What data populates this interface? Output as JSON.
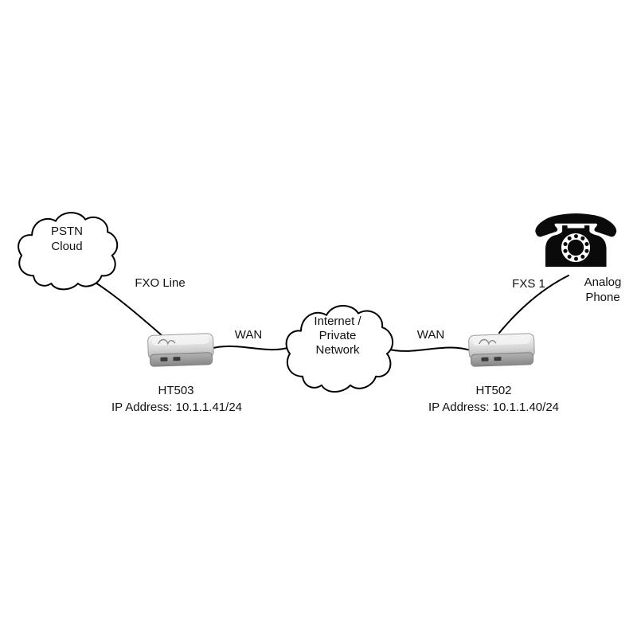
{
  "diagram": {
    "pstn_cloud_label": "PSTN\nCloud",
    "internet_cloud_label": "Internet /\nPrivate\nNetwork",
    "fxo_label": "FXO Line",
    "wan_left_label": "WAN",
    "wan_right_label": "WAN",
    "fxs_label": "FXS 1",
    "ht503": {
      "name": "HT503",
      "ip": "IP Address: 10.1.1.41/24"
    },
    "ht502": {
      "name": "HT502",
      "ip": "IP Address: 10.1.1.40/24"
    },
    "analog_phone_label": "Analog\nPhone",
    "icons": {
      "analog_phone_glyph": "☎",
      "pstn_cloud": "cloud-shape",
      "internet_cloud": "cloud-shape",
      "ht503_device": "ata-gateway-device",
      "ht502_device": "ata-gateway-device"
    },
    "colors": {
      "line": "#000000",
      "cloud_fill": "#ffffff",
      "cloud_stroke": "#000000",
      "device_top": "#d8d8d8",
      "device_front": "#8a8a8a",
      "background": "#ffffff"
    }
  }
}
